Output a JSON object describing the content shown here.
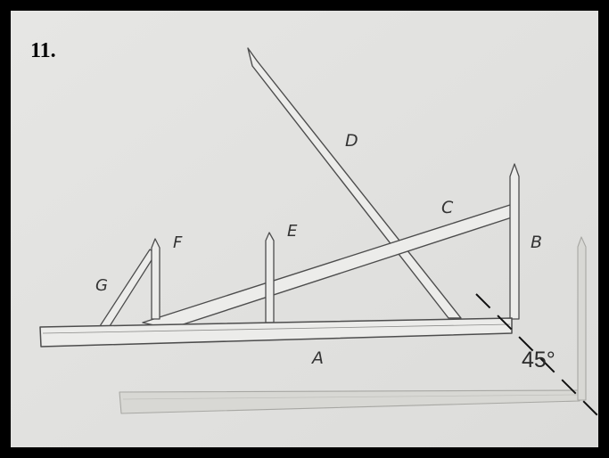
{
  "step_number": "11.",
  "labels": {
    "a": "A",
    "b": "B",
    "c": "C",
    "d": "D",
    "e": "E",
    "f": "F",
    "g": "G"
  },
  "angle_label": "45°",
  "colors": {
    "frame": "#000000",
    "paper": "#e3e3e1",
    "stick_fill": "#ececea",
    "stick_outline": "#4d4d4d",
    "dashed_line": "#111111"
  }
}
